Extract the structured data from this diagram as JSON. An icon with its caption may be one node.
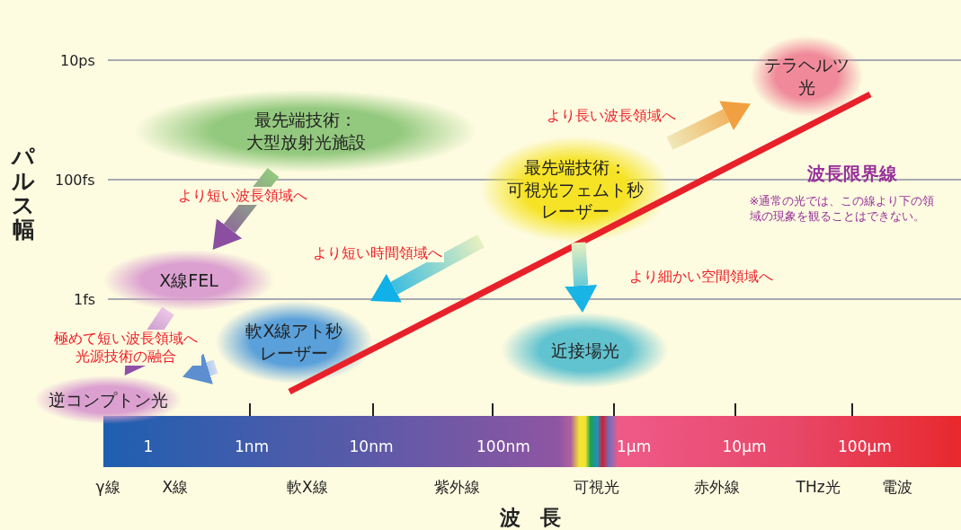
{
  "diagram": {
    "nodes": [
      {
        "text": [
          "最先端技術：",
          "大型放射光施設"
        ]
      },
      {
        "text": [
          "テラヘルツ光"
        ]
      },
      {
        "text": [
          "最先端技術：",
          "可視光フェムト秒レーザー"
        ]
      },
      {
        "text": [
          "X線FEL"
        ]
      },
      {
        "text": [
          "軟X線アト秒レーザー"
        ]
      },
      {
        "text": [
          "近接場光"
        ]
      },
      {
        "text": [
          "逆コンプトン光"
        ]
      }
    ],
    "edges": [
      {
        "from": 0,
        "to": 3,
        "arrow": "to",
        "label": "より短い波長領域へ"
      },
      {
        "from": 2,
        "to": 1,
        "arrow": "to",
        "label": "より長い波長領域へ"
      },
      {
        "from": 2,
        "to": 4,
        "arrow": "to",
        "label": "より短い時間領域へ"
      },
      {
        "from": 2,
        "to": 5,
        "arrow": "to",
        "label": "より細かい空間領域へ"
      },
      {
        "from": 3,
        "to": 6,
        "arrow": "to",
        "label": "極めて短い波長領域へ光源技術の融合"
      },
      {
        "from": 4,
        "to": 6,
        "arrow": "to"
      }
    ],
    "labels": [
      "10ps",
      "100fs",
      "1fs",
      "パルス幅",
      "波長限界線",
      "※通常の光では、この線より下の領域の現象を観ることはできない。",
      "1",
      "1nm",
      "10nm",
      "100nm",
      "1μm",
      "10μm",
      "100μm",
      "γ線",
      "X線",
      "軟X線",
      "紫外線",
      "可視光",
      "赤外線",
      "THz光",
      "電波",
      "波 長"
    ]
  }
}
